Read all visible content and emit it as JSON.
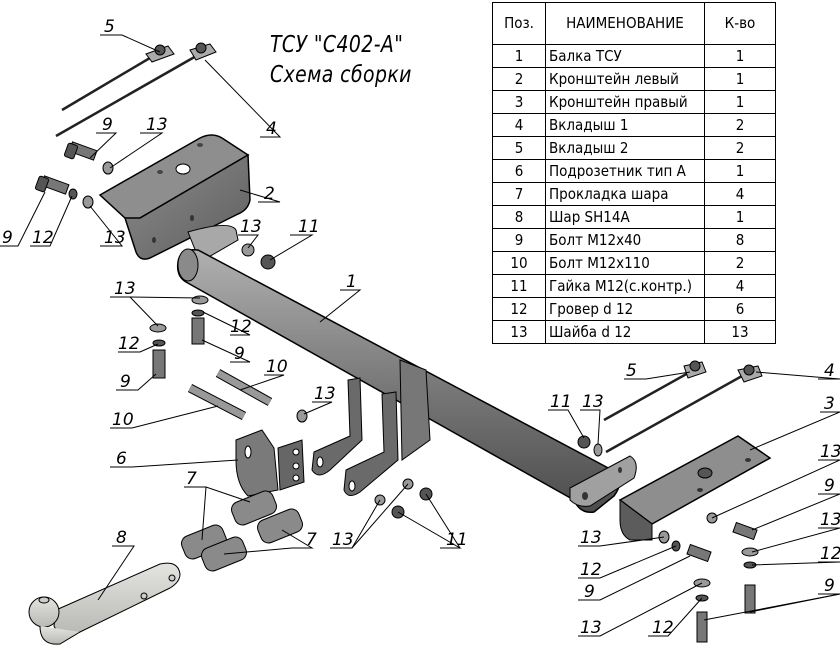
{
  "title": {
    "line1": "ТСУ \"С402-А\"",
    "line2": "Схема сборки"
  },
  "spec_table": {
    "headers": {
      "pos": "Поз.",
      "name": "НАИМЕНОВАНИЕ",
      "qty": "К-во"
    },
    "rows": [
      {
        "pos": "1",
        "name": "Балка ТСУ",
        "qty": "1"
      },
      {
        "pos": "2",
        "name": "Кронштейн левый",
        "qty": "1"
      },
      {
        "pos": "3",
        "name": "Кронштейн правый",
        "qty": "1"
      },
      {
        "pos": "4",
        "name": "Вкладыш 1",
        "qty": "2"
      },
      {
        "pos": "5",
        "name": "Вкладыш 2",
        "qty": "2"
      },
      {
        "pos": "6",
        "name": "Подрозетник тип А",
        "qty": "1"
      },
      {
        "pos": "7",
        "name": "Прокладка шара",
        "qty": "4"
      },
      {
        "pos": "8",
        "name": "Шар SH14A",
        "qty": "1"
      },
      {
        "pos": "9",
        "name": "Болт М12х40",
        "qty": "8"
      },
      {
        "pos": "10",
        "name": "Болт М12х110",
        "qty": "2"
      },
      {
        "pos": "11",
        "name": "Гайка М12(с.контр.)",
        "qty": "4"
      },
      {
        "pos": "12",
        "name": "Гровер d 12",
        "qty": "6"
      },
      {
        "pos": "13",
        "name": "Шайба d 12",
        "qty": "13"
      }
    ]
  },
  "callouts": [
    {
      "id": "c5a",
      "text": "5"
    },
    {
      "id": "c4a",
      "text": "4"
    },
    {
      "id": "c9a",
      "text": "9"
    },
    {
      "id": "c13a",
      "text": "13"
    },
    {
      "id": "c2",
      "text": "2"
    },
    {
      "id": "c9b",
      "text": "9"
    },
    {
      "id": "c12a",
      "text": "12"
    },
    {
      "id": "c13b",
      "text": "13"
    },
    {
      "id": "c13c",
      "text": "13"
    },
    {
      "id": "c11a",
      "text": "11"
    },
    {
      "id": "c1",
      "text": "1"
    },
    {
      "id": "c13d",
      "text": "13"
    },
    {
      "id": "c12b",
      "text": "12"
    },
    {
      "id": "c12c",
      "text": "12"
    },
    {
      "id": "c9c",
      "text": "9"
    },
    {
      "id": "c9d",
      "text": "9"
    },
    {
      "id": "c10a",
      "text": "10"
    },
    {
      "id": "c10b",
      "text": "10"
    },
    {
      "id": "c13e",
      "text": "13"
    },
    {
      "id": "c6",
      "text": "6"
    },
    {
      "id": "c7a",
      "text": "7"
    },
    {
      "id": "c7b",
      "text": "7"
    },
    {
      "id": "c8",
      "text": "8"
    },
    {
      "id": "c13f",
      "text": "13"
    },
    {
      "id": "c11b",
      "text": "11"
    },
    {
      "id": "c5b",
      "text": "5"
    },
    {
      "id": "c4b",
      "text": "4"
    },
    {
      "id": "c11c",
      "text": "11"
    },
    {
      "id": "c13g",
      "text": "13"
    },
    {
      "id": "c3",
      "text": "3"
    },
    {
      "id": "c13h",
      "text": "13"
    },
    {
      "id": "c9e",
      "text": "9"
    },
    {
      "id": "c13i",
      "text": "13"
    },
    {
      "id": "c12d",
      "text": "12"
    },
    {
      "id": "c9f",
      "text": "9"
    },
    {
      "id": "c13j",
      "text": "13"
    },
    {
      "id": "c12e",
      "text": "12"
    },
    {
      "id": "c12f",
      "text": "12"
    },
    {
      "id": "c9g",
      "text": "9"
    },
    {
      "id": "c13k",
      "text": "13"
    }
  ],
  "colors": {
    "metal_dark": "#5a5a5a",
    "metal_mid": "#8a8a8a",
    "metal_light": "#b5b5b5",
    "ball_light": "#d8d8d4",
    "line": "#000000"
  }
}
